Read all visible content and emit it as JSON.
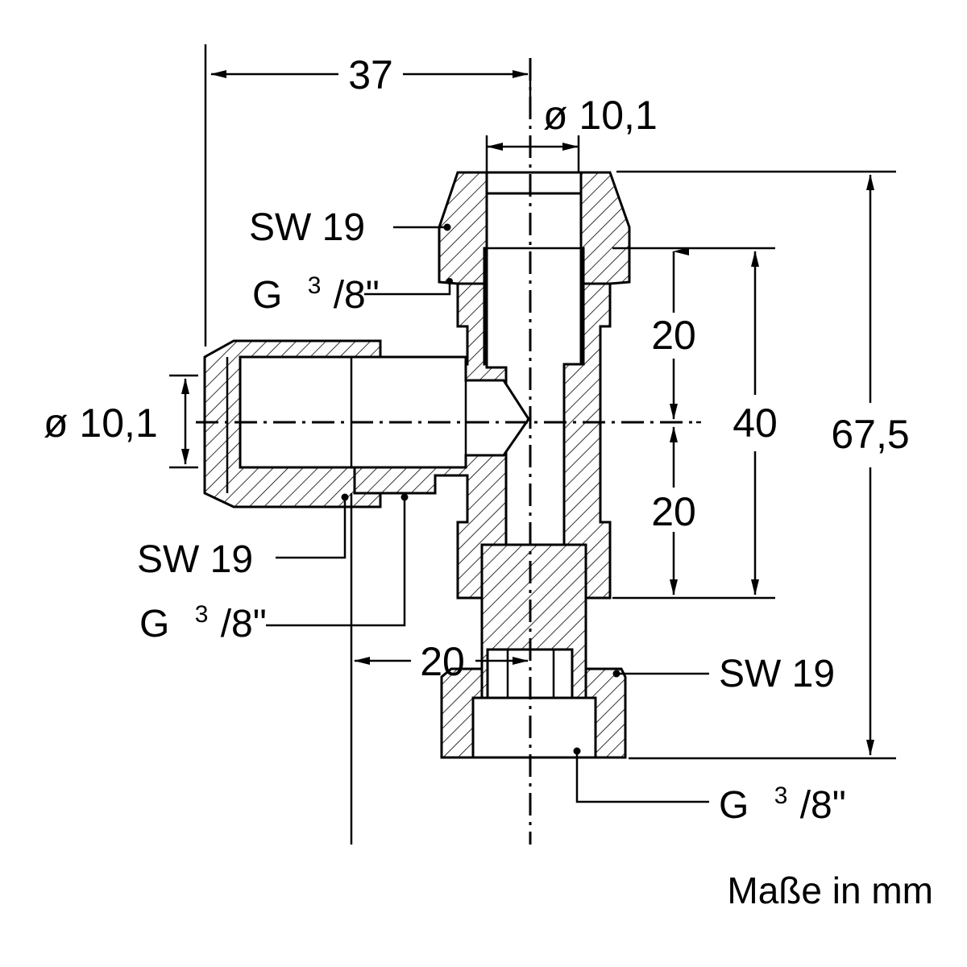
{
  "drawing": {
    "labels": {
      "sw_top": "SW 19",
      "g_top": "G",
      "sw_left": "SW 19",
      "g_left": "G",
      "sw_bottom": "SW 19",
      "g_bottom": "G",
      "thread_numerator": "3",
      "thread_denominator": "/8\""
    },
    "dimensions": {
      "overall_width": "37",
      "top_diameter": "ø 10,1",
      "side_diameter": "ø 10,1",
      "upper_spacing": "20",
      "lower_spacing": "20",
      "inner_height": "40",
      "overall_height": "67,5",
      "outlet_offset": "20"
    },
    "units_note": "Maße in mm"
  }
}
